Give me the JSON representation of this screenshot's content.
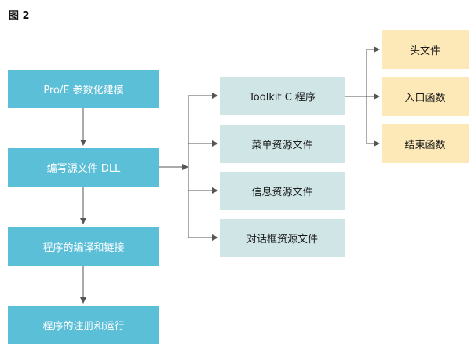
{
  "figure_label": "图 2",
  "main_steps": [
    {
      "label": "Pro/E 参数化建模"
    },
    {
      "label": "编写源文件 DLL"
    },
    {
      "label": "程序的编译和链接"
    },
    {
      "label": "程序的注册和运行"
    }
  ],
  "source_files": [
    {
      "label": "Toolkit C 程序"
    },
    {
      "label": "菜单资源文件"
    },
    {
      "label": "信息资源文件"
    },
    {
      "label": "对话框资源文件"
    }
  ],
  "program_parts": [
    {
      "label": "头文件"
    },
    {
      "label": "入口函数"
    },
    {
      "label": "结束函数"
    }
  ],
  "colors": {
    "main_box": "#5bbfd8",
    "source_box": "#cfe5e6",
    "program_box": "#fde8b7",
    "connector": "#555555"
  }
}
